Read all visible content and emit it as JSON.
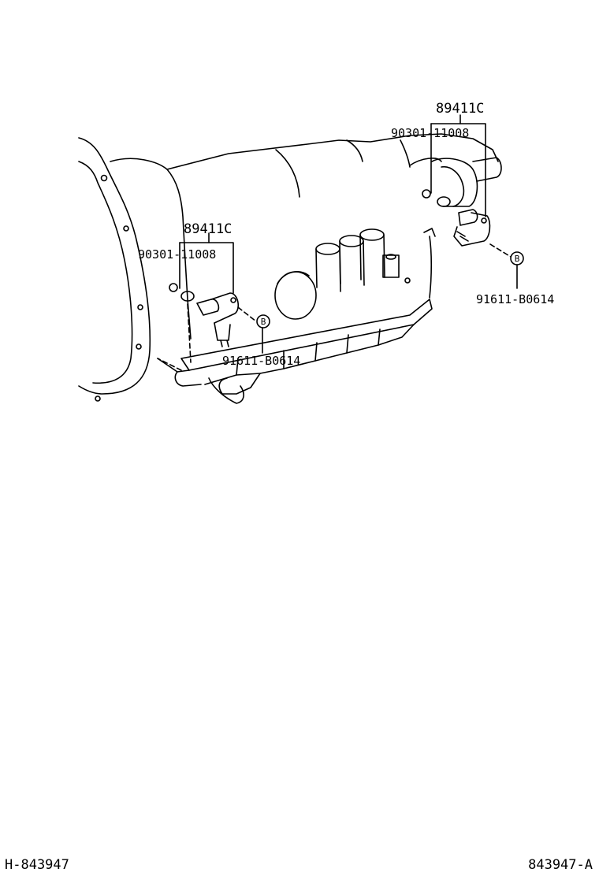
{
  "callouts": {
    "left": {
      "assembly": "89411C",
      "gasket": "90301-11008",
      "bolt": "91611-B0614",
      "bolt_marker": "B"
    },
    "right": {
      "assembly": "89411C",
      "gasket": "90301-11008",
      "bolt": "91611-B0614",
      "bolt_marker": "B"
    }
  },
  "footer": {
    "illustration_id": "H-843947",
    "figure_ref": "843947-A"
  }
}
